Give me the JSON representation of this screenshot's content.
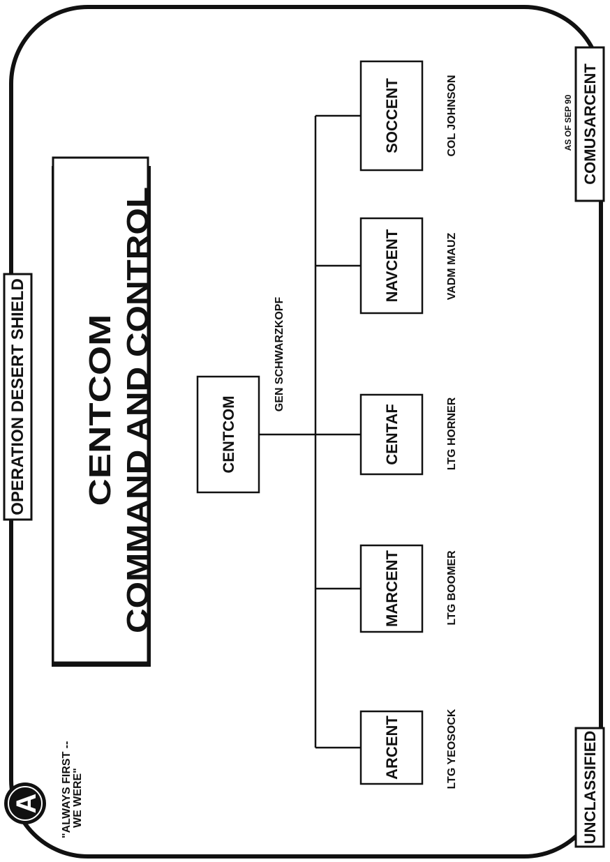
{
  "header": {
    "operation": "OPERATION DESERT SHIELD"
  },
  "emblem": {
    "letter": "A",
    "motto_line1": "\"ALWAYS FIRST --",
    "motto_line2": "WE WERE\""
  },
  "title": {
    "line1": "CENTCOM",
    "line2": "COMMAND AND CONTROL"
  },
  "org": {
    "top": {
      "name": "CENTCOM",
      "commander": "GEN SCHWARZKOPF"
    },
    "components": [
      {
        "name": "ARCENT",
        "commander": "LTG YEOSOCK"
      },
      {
        "name": "MARCENT",
        "commander": "LTG BOOMER"
      },
      {
        "name": "CENTAF",
        "commander": "LTG HORNER"
      },
      {
        "name": "NAVCENT",
        "commander": "VADM MAUZ"
      },
      {
        "name": "SOCCENT",
        "commander": "COL JOHNSON"
      }
    ]
  },
  "footer": {
    "classification": "UNCLASSIFIED",
    "date_note": "AS OF SEP 90",
    "source": "COMUSARCENT"
  },
  "colors": {
    "ink": "#111111",
    "background": "#ffffff"
  }
}
